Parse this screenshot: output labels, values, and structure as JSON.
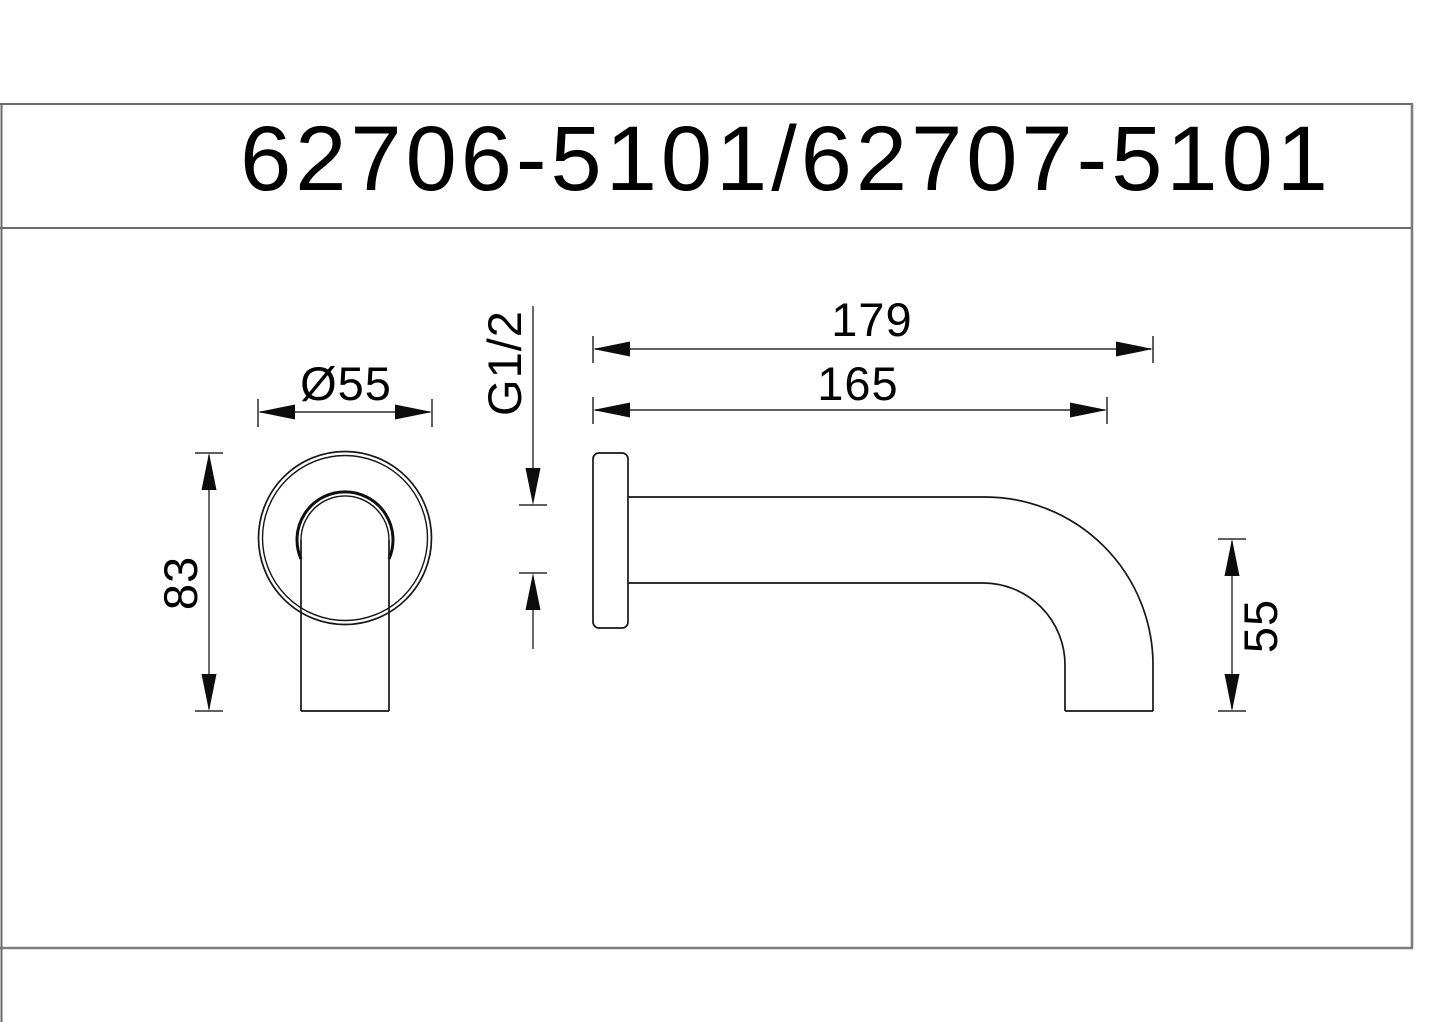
{
  "title_block": {
    "part_numbers": "62706-5101/62707-5101"
  },
  "front_view": {
    "label_flange_diameter": "Ø55",
    "label_overall_height": "83"
  },
  "side_view": {
    "label_thread_size": "G1/2",
    "label_total_length": "179",
    "label_spout_length": "165",
    "label_outlet_drop": "55"
  },
  "colors": {
    "background": "#ffffff",
    "frame_line": "#6b6b6b",
    "drawing_line": "#161616",
    "dimension_line": "#2b2b2b",
    "text": "#000000"
  }
}
